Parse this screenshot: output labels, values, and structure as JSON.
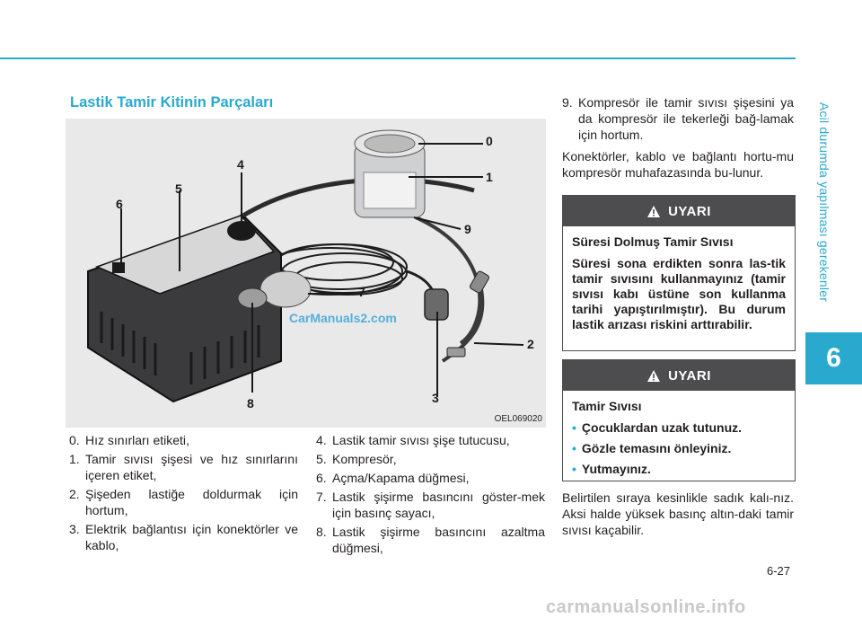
{
  "sidebar": {
    "section_title": "Acil durumda yapılması gerekenler",
    "chapter": "6"
  },
  "heading": "Lastik Tamir Kitinin Parçaları",
  "figure": {
    "code": "OEL069020",
    "watermark": "CarManuals2.com",
    "labels": [
      "0",
      "1",
      "2",
      "3",
      "4",
      "5",
      "6",
      "7",
      "8",
      "9"
    ]
  },
  "parts_left": [
    {
      "num": "0.",
      "text": "Hız sınırları etiketi,"
    },
    {
      "num": "1.",
      "text": "Tamir sıvısı şişesi ve hız sınırlarını içeren etiket,"
    },
    {
      "num": "2.",
      "text": "Şişeden lastiğe doldurmak için hortum,"
    },
    {
      "num": "3.",
      "text": "Elektrik bağlantısı için konektörler ve kablo,"
    }
  ],
  "parts_mid": [
    {
      "num": "4.",
      "text": "Lastik tamir sıvısı şişe tutucusu,"
    },
    {
      "num": "5.",
      "text": "Kompresör,"
    },
    {
      "num": "6.",
      "text": "Açma/Kapama düğmesi,"
    },
    {
      "num": "7.",
      "text": "Lastik şişirme basıncını göster-mek için basınç sayacı,"
    },
    {
      "num": "8.",
      "text": "Lastik şişirme basıncını azaltma düğmesi,"
    }
  ],
  "parts_right": [
    {
      "num": "9.",
      "text": "Kompresör ile tamir sıvısı şişesini ya da kompresör ile tekerleği bağ-lamak için hortum."
    }
  ],
  "connectors_note": "Konektörler, kablo ve bağlantı hortu-mu kompresör muhafazasında bu-lunur.",
  "warning1": {
    "label": "UYARI",
    "title": "Süresi Dolmuş Tamir Sıvısı",
    "body": "Süresi sona erdikten sonra las-tik tamir sıvısını kullanmayınız (tamir sıvısı kabı üstüne son kullanma tarihi yapıştırılmıştır). Bu durum lastik arızası riskini arttırabilir."
  },
  "warning2": {
    "label": "UYARI",
    "title": "Tamir Sıvısı",
    "bullets": [
      "Çocuklardan uzak tutunuz.",
      "Gözle temasını önleyiniz.",
      "Yutmayınız."
    ]
  },
  "sequence_note": "Belirtilen sıraya kesinlikle sadık kalı-nız. Aksi halde yüksek basınç altın-daki tamir sıvısı kaçabilir.",
  "page_number": "6-27",
  "footer": "carmanualsonline.info",
  "colors": {
    "accent": "#2aa9cf",
    "warning_header": "#4d4d4f",
    "figure_bg": "#e9e9ea"
  }
}
